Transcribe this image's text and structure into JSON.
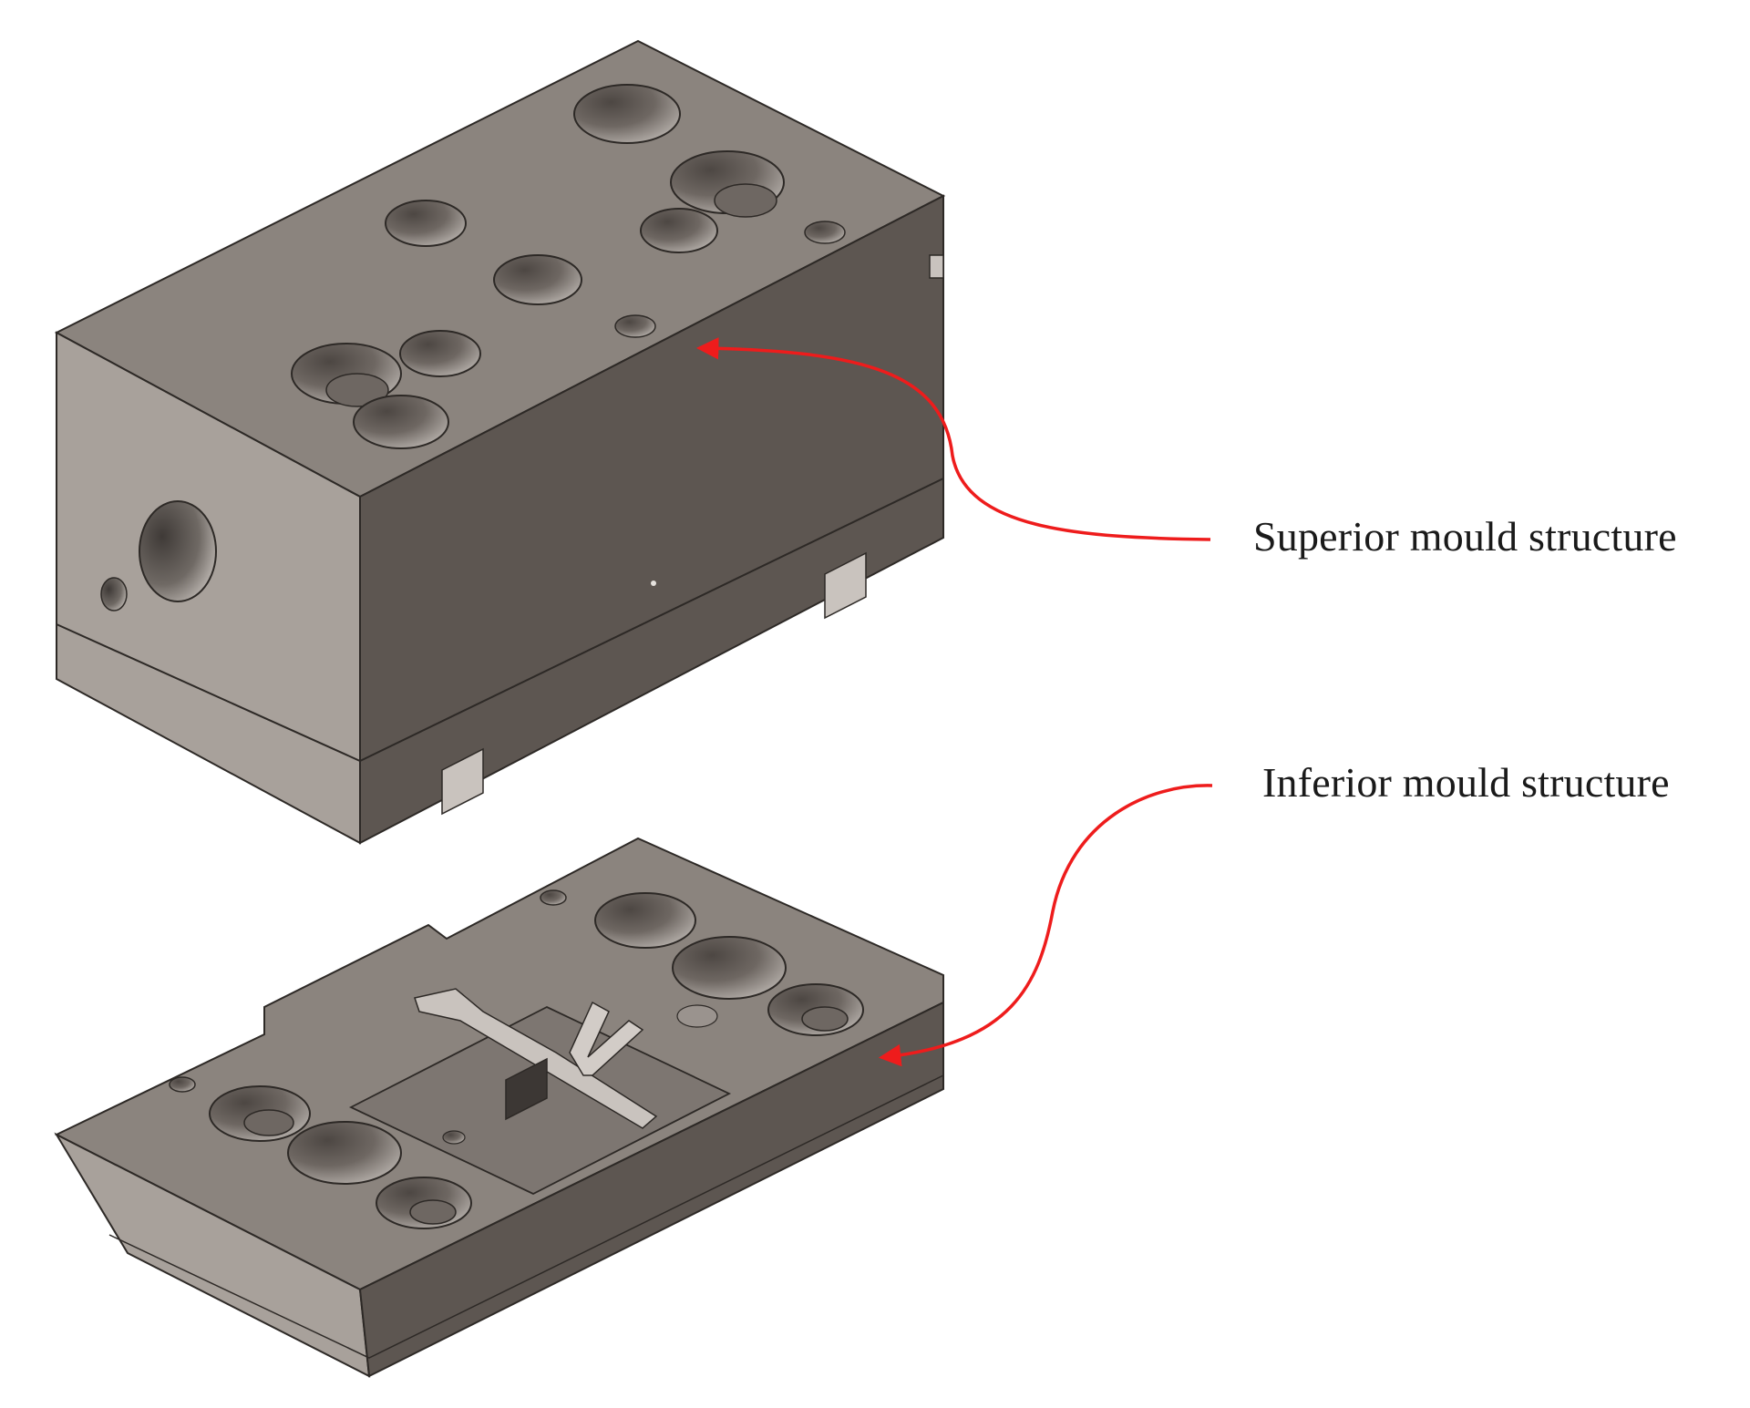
{
  "labels": {
    "superior": "Superior mould structure",
    "inferior": "Inferior mould structure"
  },
  "colors": {
    "background": "#ffffff",
    "metal_top": "#8b847e",
    "metal_front": "#5d5651",
    "metal_side": "#a8a19b",
    "hole_dark": "#4a4440",
    "hole_light": "#a9a39e",
    "edge_line": "#2d2926",
    "arrow": "#ee1c1c",
    "label_text": "#1a1a1a"
  },
  "components": {
    "upper_block": "superior-mould-block",
    "lower_block": "inferior-mould-block"
  }
}
